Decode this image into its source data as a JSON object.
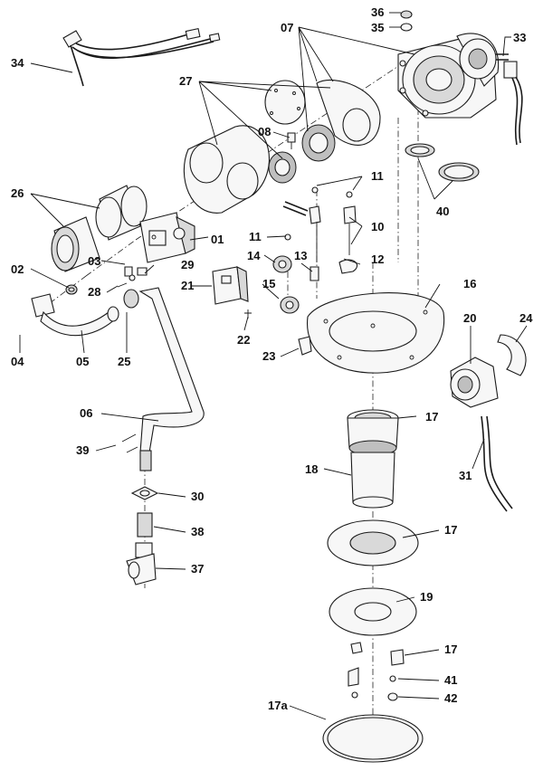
{
  "diagram": {
    "callouts": [
      {
        "id": "c36",
        "label": "36"
      },
      {
        "id": "c35",
        "label": "35"
      },
      {
        "id": "c07",
        "label": "07"
      },
      {
        "id": "c33",
        "label": "33"
      },
      {
        "id": "c34",
        "label": "34"
      },
      {
        "id": "c27",
        "label": "27"
      },
      {
        "id": "c08",
        "label": "08"
      },
      {
        "id": "c11a",
        "label": "11"
      },
      {
        "id": "c26",
        "label": "26"
      },
      {
        "id": "c40",
        "label": "40"
      },
      {
        "id": "c10",
        "label": "10"
      },
      {
        "id": "c01",
        "label": "01"
      },
      {
        "id": "c11b",
        "label": "11"
      },
      {
        "id": "c03",
        "label": "03"
      },
      {
        "id": "c14",
        "label": "14"
      },
      {
        "id": "c13",
        "label": "13"
      },
      {
        "id": "c12",
        "label": "12"
      },
      {
        "id": "c02",
        "label": "02"
      },
      {
        "id": "c29",
        "label": "29"
      },
      {
        "id": "c28",
        "label": "28"
      },
      {
        "id": "c21",
        "label": "21"
      },
      {
        "id": "c15",
        "label": "15"
      },
      {
        "id": "c16",
        "label": "16"
      },
      {
        "id": "c20",
        "label": "20"
      },
      {
        "id": "c24",
        "label": "24"
      },
      {
        "id": "c22",
        "label": "22"
      },
      {
        "id": "c23",
        "label": "23"
      },
      {
        "id": "c04",
        "label": "04"
      },
      {
        "id": "c05",
        "label": "05"
      },
      {
        "id": "c25",
        "label": "25"
      },
      {
        "id": "c06",
        "label": "06"
      },
      {
        "id": "c17a",
        "label": "17"
      },
      {
        "id": "c39",
        "label": "39"
      },
      {
        "id": "c18",
        "label": "18"
      },
      {
        "id": "c31",
        "label": "31"
      },
      {
        "id": "c30",
        "label": "30"
      },
      {
        "id": "c38",
        "label": "38"
      },
      {
        "id": "c17b",
        "label": "17"
      },
      {
        "id": "c37",
        "label": "37"
      },
      {
        "id": "c19",
        "label": "19"
      },
      {
        "id": "c17c",
        "label": "17"
      },
      {
        "id": "c41",
        "label": "41"
      },
      {
        "id": "c17d",
        "label": "17a"
      },
      {
        "id": "c42",
        "label": "42"
      }
    ]
  }
}
